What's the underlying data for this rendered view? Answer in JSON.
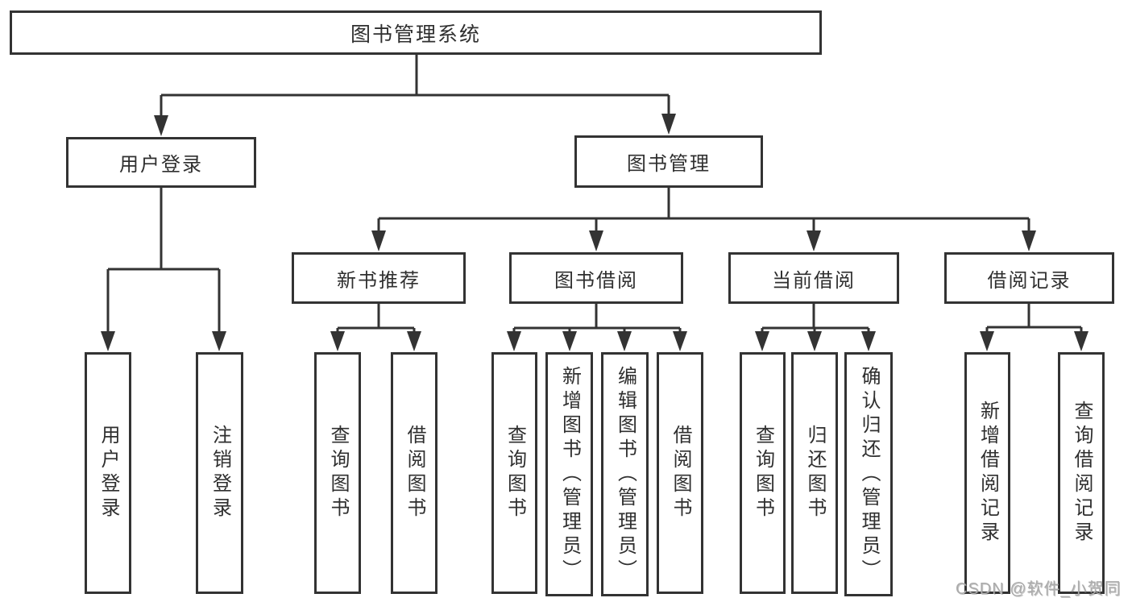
{
  "tree": {
    "root": {
      "label": "图书管理系统"
    },
    "branches": [
      {
        "label": "用户登录",
        "children": [
          {
            "label": "用户登录"
          },
          {
            "label": "注销登录"
          }
        ]
      },
      {
        "label": "图书管理",
        "children": [
          {
            "label": "新书推荐",
            "children": [
              {
                "label": "查询图书"
              },
              {
                "label": "借阅图书"
              }
            ]
          },
          {
            "label": "图书借阅",
            "children": [
              {
                "label": "查询图书"
              },
              {
                "label": "新增图书（管理员）"
              },
              {
                "label": "编辑图书（管理员）"
              },
              {
                "label": "借阅图书"
              }
            ]
          },
          {
            "label": "当前借阅",
            "children": [
              {
                "label": "查询图书"
              },
              {
                "label": "归还图书"
              },
              {
                "label": "确认归还（管理员）"
              }
            ]
          },
          {
            "label": "借阅记录",
            "children": [
              {
                "label": "新增借阅记录"
              },
              {
                "label": "查询借阅记录"
              }
            ]
          }
        ]
      }
    ]
  },
  "watermark": {
    "text": "CSDN @软件_小贺同学"
  },
  "colors": {
    "line": "#333333",
    "node_text": "#2f2f2f",
    "node_background": "#ffffff",
    "watermark": "#ababab"
  }
}
